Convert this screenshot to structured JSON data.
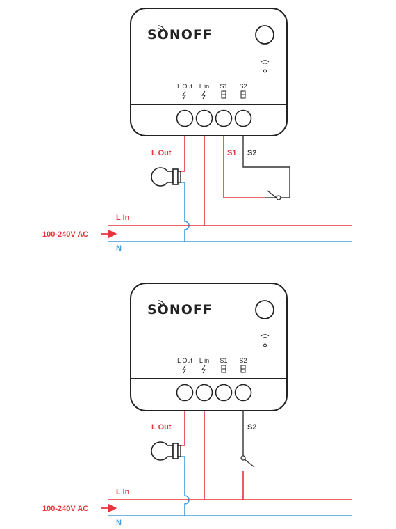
{
  "colors": {
    "live": "#e8343c",
    "neutral": "#3c9ee0",
    "switch_wire": "#333333",
    "device_outline": "#222222"
  },
  "icons": [
    "wifi-signal-icon",
    "bolt-icon",
    "switch-terminal-icon",
    "bulb-icon",
    "arrow-right-icon",
    "push-button-icon"
  ],
  "diagrams": [
    {
      "device": {
        "brand": "SONOFF",
        "terminals": [
          {
            "label": "L Out"
          },
          {
            "label": "L in"
          },
          {
            "label": "S1"
          },
          {
            "label": "S2"
          }
        ]
      },
      "wire_labels": {
        "l_out": "L Out",
        "s1": "S1",
        "s2": "S2"
      },
      "mains": {
        "l_in": "L In",
        "supply": "100-240V AC",
        "neutral": "N"
      }
    },
    {
      "device": {
        "brand": "SONOFF",
        "terminals": [
          {
            "label": "L Out"
          },
          {
            "label": "L in"
          },
          {
            "label": "S1"
          },
          {
            "label": "S2"
          }
        ]
      },
      "wire_labels": {
        "l_out": "L Out",
        "s2": "S2"
      },
      "mains": {
        "l_in": "L In",
        "supply": "100-240V AC",
        "neutral": "N"
      }
    }
  ]
}
